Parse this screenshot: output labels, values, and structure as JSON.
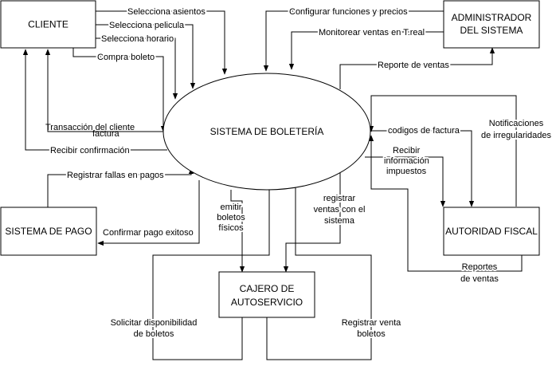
{
  "nodes": {
    "cliente": "CLIENTE",
    "admin": [
      "ADMINISTRADOR",
      "DEL SISTEMA"
    ],
    "sistema": "SISTEMA DE BOLETERÍA",
    "pago": "SISTEMA DE PAGO",
    "fiscal": "AUTORIDAD FISCAL",
    "cajero": [
      "CAJERO DE",
      "AUTOSERVICIO"
    ]
  },
  "flows": {
    "selecciona_asientos": "Selecciona asientos",
    "selecciona_pelicula": "Selecciona pelicula",
    "selecciona_horario": "Selecciona horario",
    "compra_boleto": "Compra boleto",
    "transaccion": "Transacción del cliente",
    "transaccion_overlap": "factura",
    "recibir_confirmacion": "Recibir confirmación",
    "configurar": "Configurar funciones y precios",
    "monitorear": "Monitorear ventas en T.real",
    "reporte_ventas": "Reporte de ventas",
    "codigos_factura": "codigos de factura",
    "notificaciones": [
      "Notificaciones",
      "de irregularidades"
    ],
    "recibir_impuestos": [
      "Recibir",
      "información",
      "impuestos"
    ],
    "reportes_ventas": [
      "Reportes",
      "de ventas"
    ],
    "registrar_fallas": "Registrar fallas en pagos",
    "confirmar_pago": "Confirmar pago exitoso",
    "emitir_boletos": [
      "emitir",
      "boletos",
      "físicos"
    ],
    "registrar_ventas_sistema": [
      "registrar",
      "ventas con el",
      "sistema"
    ],
    "solicitar_disponibilidad": [
      "Solicitar disponibilidad",
      "de boletos"
    ],
    "registrar_venta_boletos": [
      "Registrar venta",
      "boletos"
    ]
  }
}
